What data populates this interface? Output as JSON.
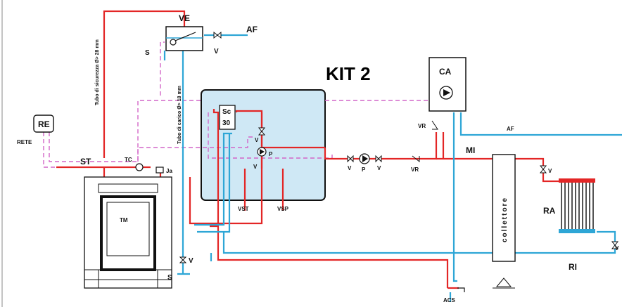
{
  "labels": {
    "ve": "VE",
    "af_top": "AF",
    "s_top": "S",
    "v_top": "V",
    "kit": "KIT 2",
    "ca": "CA",
    "re": "RE",
    "rete": "RETE",
    "st": "ST",
    "tc": "TC",
    "ja": "Ja",
    "tm": "TM",
    "sc": "Sc",
    "sc30": "30",
    "p_kit": "P",
    "vst": "VST",
    "vsp": "VSP",
    "v_a": "V",
    "p_mid": "P",
    "v_b": "V",
    "vr_mid": "VR",
    "vr_ca": "VR",
    "mi": "MI",
    "af_right": "AF",
    "collettore": "collettore",
    "v_ra": "V",
    "ra": "RA",
    "v_ri": "V",
    "ri": "RI",
    "v_bot": "V",
    "s_bot": "S",
    "acs": "ACS",
    "tubo_sicurezza": "Tubo di sicurezza Ø> 28 mm",
    "tubo_carico": "Tubo di carico Ø> 18 mm",
    "v_kit1": "V",
    "v_kit2": "V"
  },
  "colors": {
    "flow": "#e32626",
    "return": "#2ea6d6",
    "electric": "#d266c8",
    "kit_fill": "#cfe8f5"
  }
}
